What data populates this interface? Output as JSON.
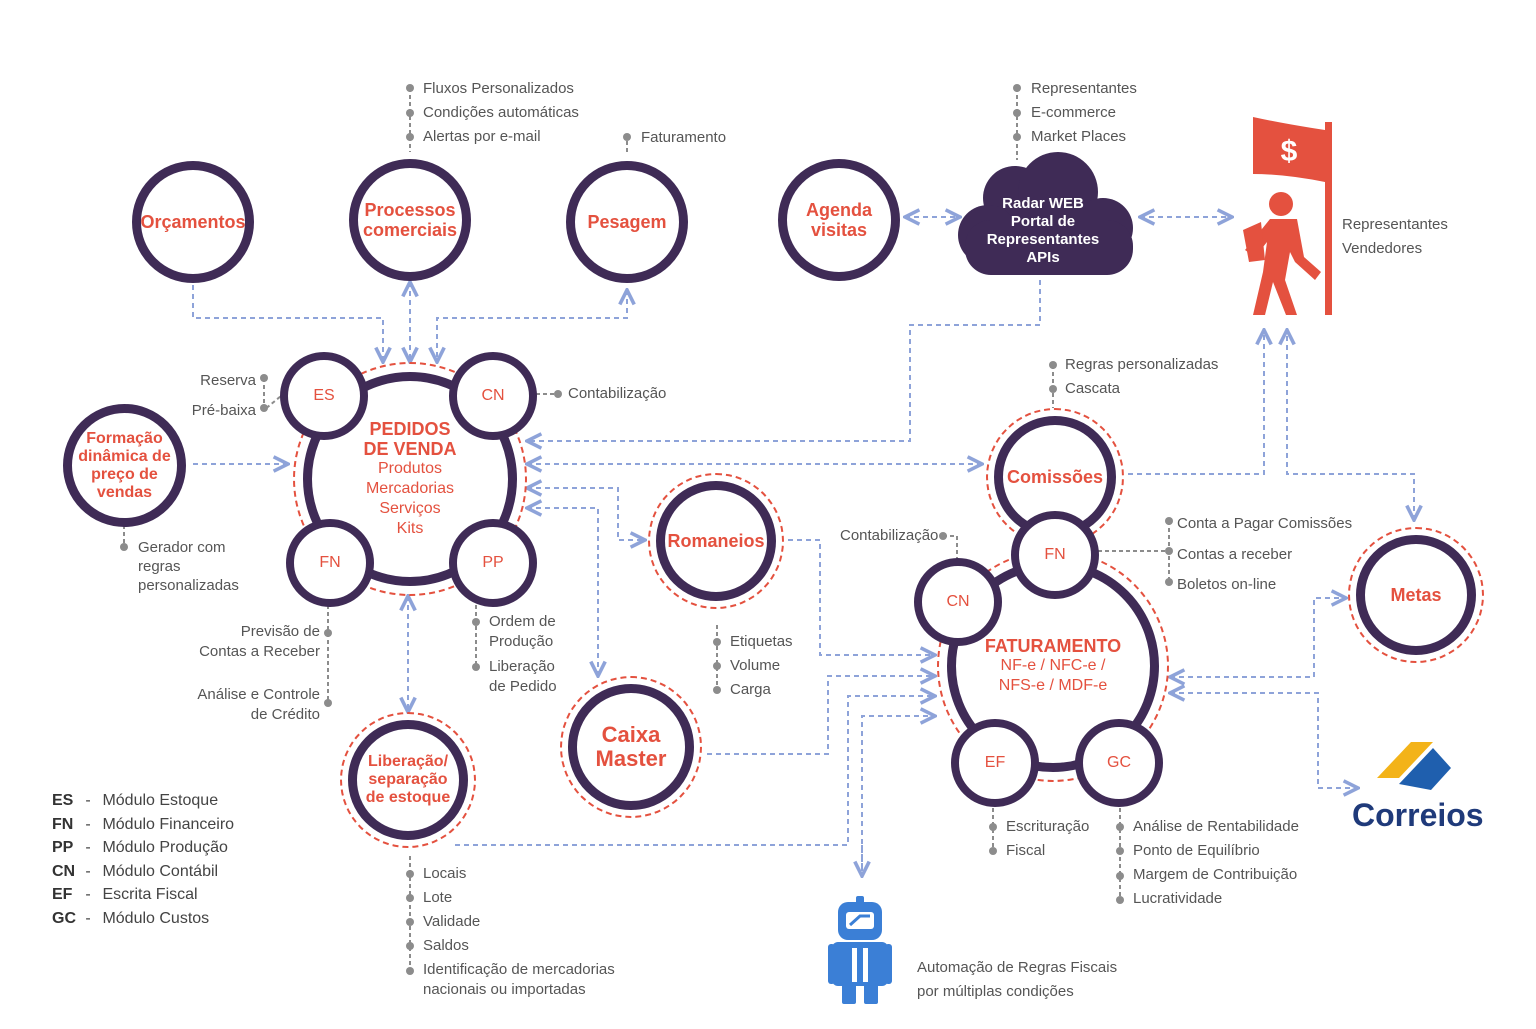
{
  "nodes": {
    "orcamentos": "Orçamentos",
    "processos": [
      "Processos",
      "comerciais"
    ],
    "pesagem": "Pesagem",
    "agenda": [
      "Agenda",
      "visitas"
    ],
    "radar": [
      "Radar WEB",
      "Portal de",
      "Representantes",
      "APIs"
    ],
    "formacao": [
      "Formação",
      "dinâmica de",
      "preço de",
      "vendas"
    ],
    "pedidos": {
      "title": [
        "PEDIDOS",
        "DE VENDA"
      ],
      "items": [
        "Produtos",
        "Mercadorias",
        "Serviços",
        "Kits"
      ]
    },
    "romaneios": "Romaneios",
    "caixa": [
      "Caixa",
      "Master"
    ],
    "liberacao": [
      "Liberação/",
      "separação",
      "de estoque"
    ],
    "comissoes": "Comissões",
    "faturamento": {
      "title": "FATURAMENTO",
      "items": [
        "NF-e / NFC-e /",
        "NFS-e / MDF-e"
      ]
    },
    "metas": "Metas",
    "correios": "Correios"
  },
  "modules": {
    "es": "ES",
    "cn": "CN",
    "fn": "FN",
    "pp": "PP",
    "ef": "EF",
    "gc": "GC"
  },
  "labels": {
    "processos_list": [
      "Fluxos Personalizados",
      "Condições automáticas",
      "Alertas por e-mail"
    ],
    "pesagem_list": [
      "Faturamento"
    ],
    "radar_list": [
      "Representantes",
      "E-commerce",
      "Market Places"
    ],
    "representantes": [
      "Representantes",
      "Vendedores"
    ],
    "es_list": [
      "Reserva",
      "Pré-baixa"
    ],
    "cn_pedidos": "Contabilização",
    "gerador": [
      "Gerador com",
      "regras",
      "personalizadas"
    ],
    "fn_pedidos_1": [
      "Previsão de",
      "Contas a Receber"
    ],
    "fn_pedidos_2": [
      "Análise e Controle",
      "de Crédito"
    ],
    "pp_list_1": [
      "Ordem de",
      "Produção"
    ],
    "pp_list_2": [
      "Liberação",
      "de Pedido"
    ],
    "romaneios_list": [
      "Etiquetas",
      "Volume",
      "Carga"
    ],
    "comissoes_list": [
      "Regras personalizadas",
      "Cascata"
    ],
    "cn_fat": "Contabilização",
    "fn_fat_list": [
      "Conta a Pagar Comissões",
      "Contas a receber",
      "Boletos on-line"
    ],
    "ef_list": [
      "Escrituração",
      "Fiscal"
    ],
    "gc_list": [
      "Análise de Rentabilidade",
      "Ponto de Equilíbrio",
      "Margem de Contribuição",
      "Lucratividade"
    ],
    "liberacao_list": [
      "Locais",
      "Lote",
      "Validade",
      "Saldos",
      "Identificação de mercadorias",
      "nacionais ou importadas"
    ],
    "robo": [
      "Automação de Regras Fiscais",
      "por múltiplas condições"
    ]
  },
  "legend": [
    {
      "code": "ES",
      "sep": "-",
      "text": "Módulo Estoque"
    },
    {
      "code": "FN",
      "sep": "-",
      "text": "Módulo Financeiro"
    },
    {
      "code": "PP",
      "sep": "-",
      "text": "Módulo Produção"
    },
    {
      "code": "CN",
      "sep": "-",
      "text": "Módulo Contábil"
    },
    {
      "code": "EF",
      "sep": "-",
      "text": "Escrita Fiscal"
    },
    {
      "code": "GC",
      "sep": "-",
      "text": "Módulo Custos"
    }
  ],
  "colors": {
    "accent": "#e4513f",
    "ring": "#3f2b56",
    "connector": "#8ea3d9",
    "dot": "#8c8c8c",
    "robot": "#3b7fd6"
  },
  "icons": [
    "flag-person-icon",
    "robot-icon",
    "correios-logo",
    "cloud-icon"
  ]
}
